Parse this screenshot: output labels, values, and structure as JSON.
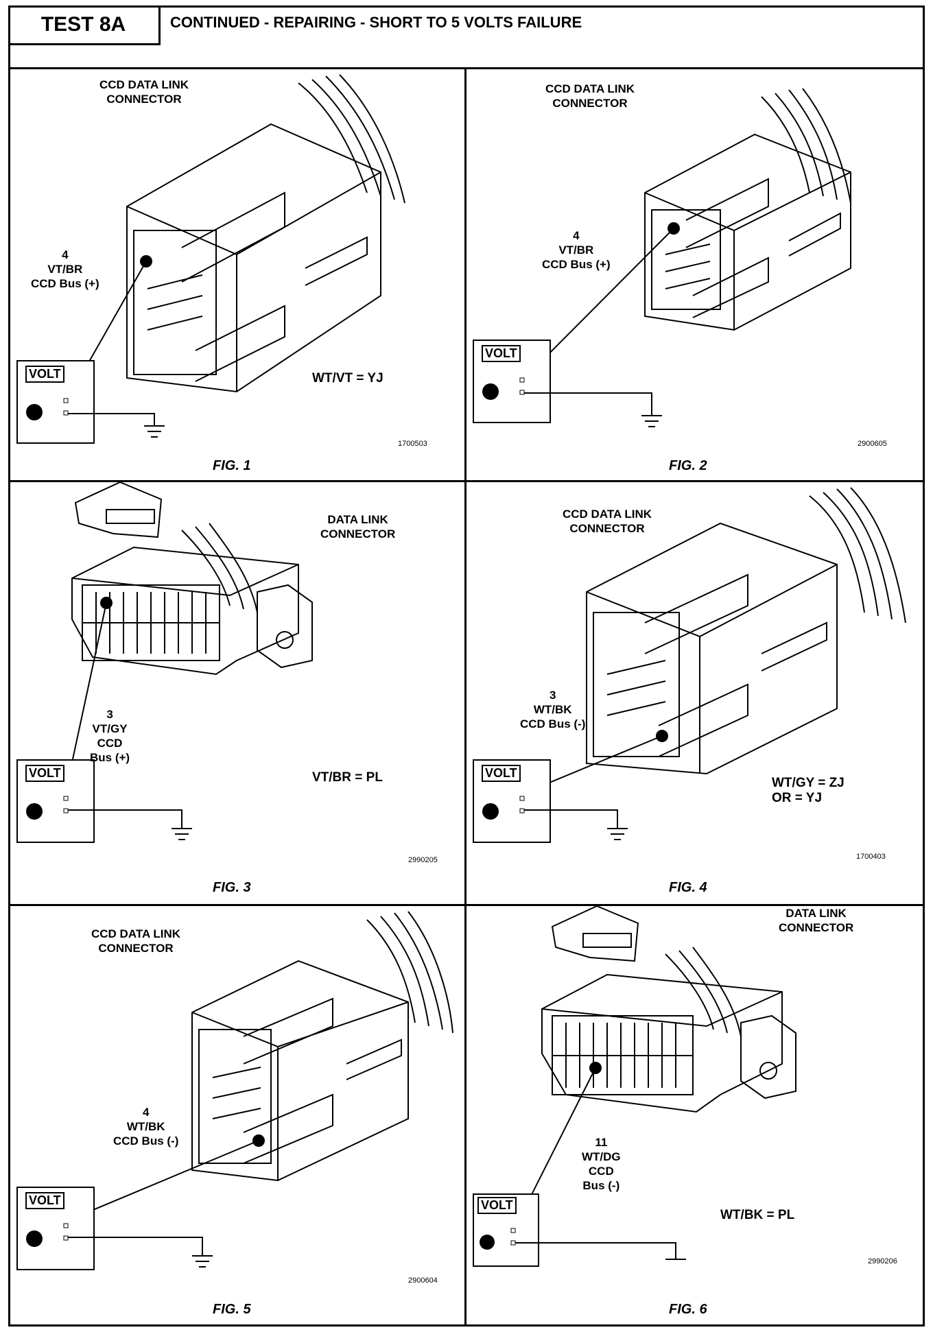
{
  "header": {
    "test_label": "TEST 8A",
    "title": "CONTINUED - REPAIRING - SHORT TO 5 VOLTS FAILURE"
  },
  "meter_label": "VOLT",
  "panels": [
    {
      "fig": "FIG. 1",
      "connector": "CCD DATA LINK\nCONNECTOR",
      "pin": "4\nVT/BR\nCCD Bus (+)",
      "equation": "WT/VT = YJ",
      "code": "1700503"
    },
    {
      "fig": "FIG. 2",
      "connector": "CCD DATA LINK\nCONNECTOR",
      "pin": "4\nVT/BR\nCCD Bus (+)",
      "equation": "",
      "code": "2900605"
    },
    {
      "fig": "FIG. 3",
      "connector": "DATA LINK\nCONNECTOR",
      "pin": "3\nVT/GY\nCCD\nBus (+)",
      "equation": "VT/BR = PL",
      "code": "2990205"
    },
    {
      "fig": "FIG. 4",
      "connector": "CCD DATA LINK\nCONNECTOR",
      "pin": "3\nWT/BK\nCCD Bus (-)",
      "equation": "WT/GY = ZJ\nOR = YJ",
      "code": "1700403"
    },
    {
      "fig": "FIG. 5",
      "connector": "CCD DATA LINK\nCONNECTOR",
      "pin": "4\nWT/BK\nCCD Bus (-)",
      "equation": "",
      "code": "2900604"
    },
    {
      "fig": "FIG. 6",
      "connector": "DATA LINK\nCONNECTOR",
      "pin": "11\nWT/DG\nCCD\nBus (-)",
      "equation": "WT/BK = PL",
      "code": "2990206"
    }
  ]
}
